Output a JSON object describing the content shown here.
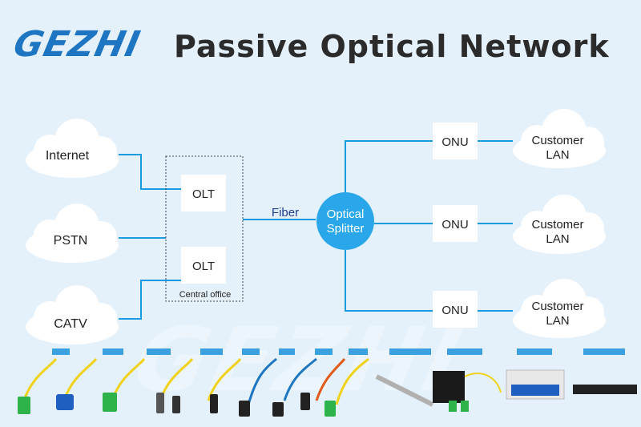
{
  "brand": {
    "logo": "GEZHI",
    "title": "Passive Optical Network",
    "color": "#1e76c2"
  },
  "sources": [
    {
      "id": "internet",
      "label": "Internet"
    },
    {
      "id": "pstn",
      "label": "PSTN"
    },
    {
      "id": "catv",
      "label": "CATV"
    }
  ],
  "central_office": {
    "label": "Central office",
    "olts": [
      "OLT",
      "OLT"
    ]
  },
  "link": {
    "label": "Fiber"
  },
  "splitter": {
    "line1": "Optical",
    "line2": "Splitter"
  },
  "onus": [
    "ONU",
    "ONU",
    "ONU"
  ],
  "customers": [
    {
      "line1": "Customer",
      "line2": "LAN"
    },
    {
      "line1": "Customer",
      "line2": "LAN"
    },
    {
      "line1": "Customer",
      "line2": "LAN"
    }
  ],
  "colors": {
    "line": "#1a9be0",
    "splitter": "#29a7ea",
    "cloud": "#ffffff",
    "text": "#222222"
  }
}
